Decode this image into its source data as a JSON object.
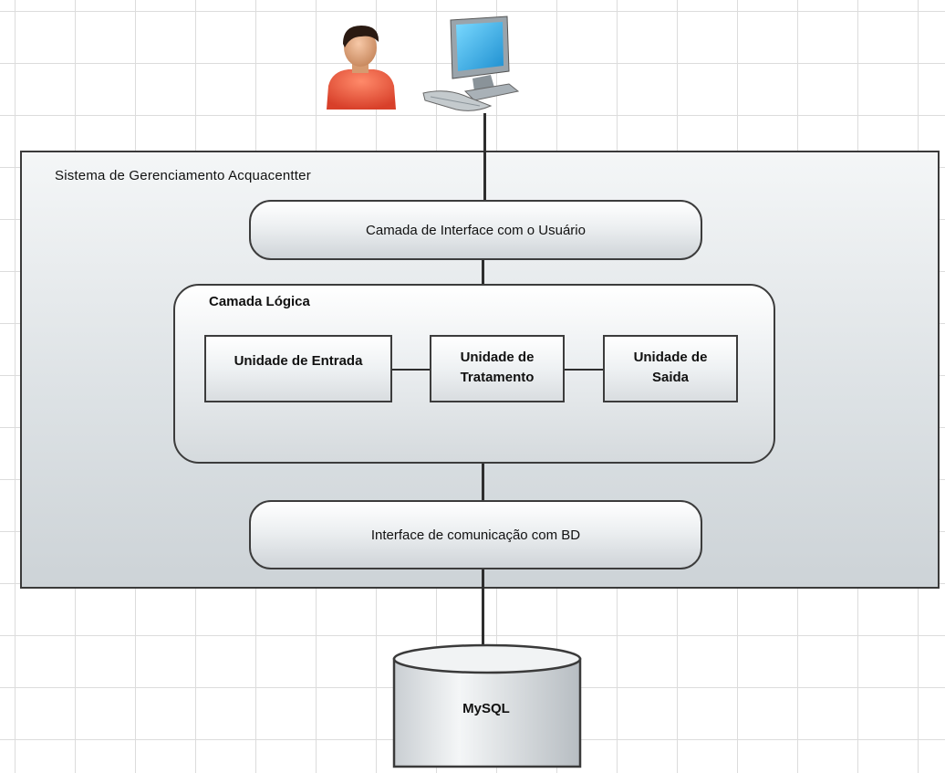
{
  "system_title": "Sistema de Gerenciamento Acquacentter",
  "interface_layer": "Camada de Interface com o Usuário",
  "logic_layer": {
    "title": "Camada Lógica",
    "units": {
      "input": "Unidade de Entrada",
      "processing": [
        "Unidade de",
        "Tratamento"
      ],
      "output": [
        "Unidade de",
        "Saida"
      ]
    }
  },
  "db_interface": "Interface de comunicação com BD",
  "database": "MySQL",
  "icons": {
    "user": "user-icon",
    "computer": "computer-icon",
    "database": "database-cylinder"
  }
}
